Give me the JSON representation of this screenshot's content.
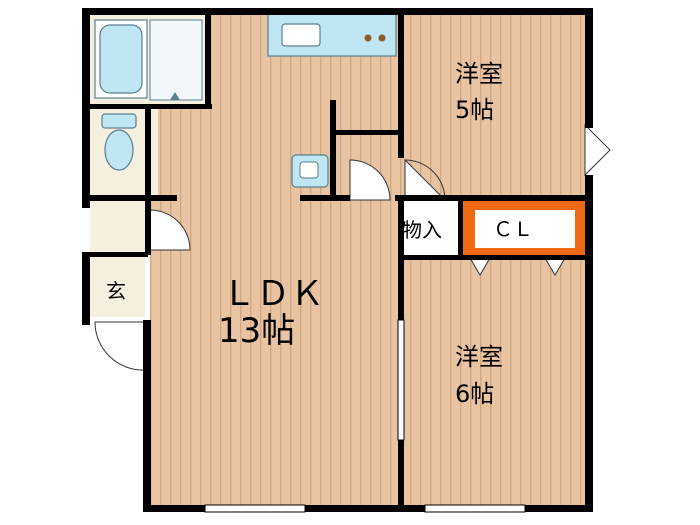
{
  "colors": {
    "wall": "#000000",
    "floor_wood": "#e8c4a3",
    "floor_wood_stripe": "#d2a882",
    "tile": "#f5efe0",
    "fixture_blue": "#bfe6f2",
    "fixture_outline": "#5a7f8f",
    "closet_orange": "#ef6a12",
    "storage_white": "#ffffff",
    "white": "#ffffff"
  },
  "rooms": {
    "western_north": {
      "name": "洋室",
      "size": "5帖"
    },
    "western_south": {
      "name": "洋室",
      "size": "6帖"
    },
    "ldk": {
      "name": "ＬＤＫ",
      "size": "13帖"
    },
    "entrance": {
      "name": "玄"
    },
    "storage": {
      "name": "物入"
    },
    "closet": {
      "name": "ＣＬ"
    }
  },
  "fixtures": [
    {
      "name": "bathtub-icon"
    },
    {
      "name": "toilet-icon"
    },
    {
      "name": "washbasin-icon"
    },
    {
      "name": "kitchen-sink-icon"
    },
    {
      "name": "stove-icon"
    }
  ]
}
